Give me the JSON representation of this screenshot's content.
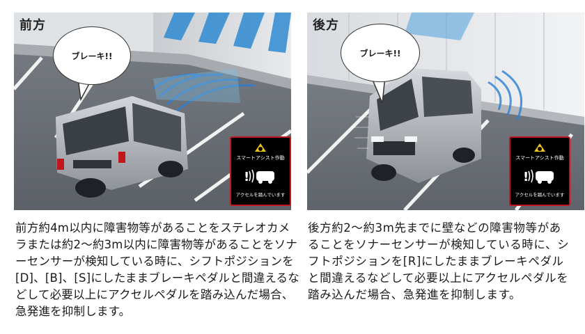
{
  "panels": [
    {
      "label": "前方",
      "bubble_text": "ブレーキ!!",
      "badge": {
        "title": "スマートアシスト作動",
        "message": "アクセルを踏んでいます",
        "title_color": "#ffffff",
        "frame_color": "#c0161c"
      },
      "description": "前方約4m以内に障害物等があることをステレオカメラまたは約2～約3m以内に障害物等があることをソナーセンサーが検知している時に、シフトポジションを[D]、[B]、[S]にしたままブレーキペダルと間違えるなどして必要以上にアクセルペダルを踏み込んだ場合、急発進を抑制します。"
    },
    {
      "label": "後方",
      "bubble_text": "ブレーキ!!",
      "badge": {
        "title": "スマートアシスト作動",
        "message": "アクセルを踏んでいます",
        "title_color": "#ffffff",
        "frame_color": "#c0161c"
      },
      "description": "後方約2～約3m先までに壁などの障害物等があることをソナーセンサーが検知している時に、シフトポジションを[R]にしたままブレーキペダルと間違えるなどして必要以上にアクセルペダルを踏み込んだ場合、急発進を抑制します。"
    }
  ],
  "colors": {
    "sensor_wave": "#2a7fd4",
    "ground": "#6e7379",
    "car_body": "#b9bdc2"
  }
}
